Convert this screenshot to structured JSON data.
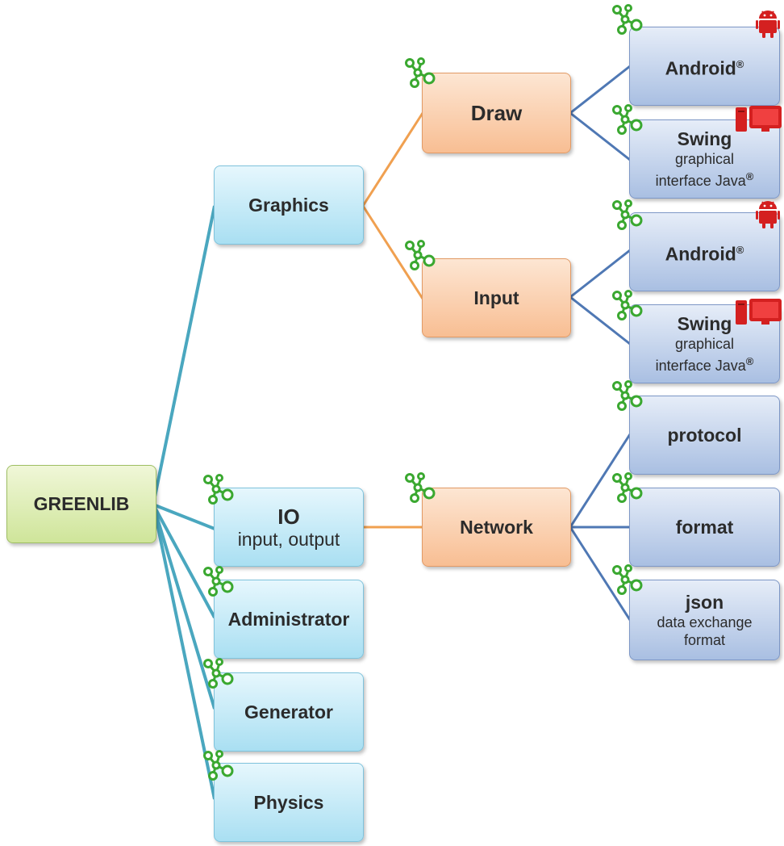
{
  "root": {
    "label": "GREENLIB"
  },
  "level1": {
    "graphics": {
      "label": "Graphics"
    },
    "io": {
      "label": "IO",
      "sublabel": "input, output"
    },
    "administrator": {
      "label": "Administrator"
    },
    "generator": {
      "label": "Generator"
    },
    "physics": {
      "label": "Physics"
    }
  },
  "level2": {
    "draw": {
      "label": "Draw"
    },
    "input": {
      "label": "Input"
    },
    "network": {
      "label": "Network"
    }
  },
  "level3": {
    "draw_android": {
      "label": "Android",
      "mark": "®"
    },
    "draw_swing": {
      "label": "Swing",
      "sub1": "graphical",
      "sub2": "interface Java",
      "mark": "®"
    },
    "input_android": {
      "label": "Android",
      "mark": "®"
    },
    "input_swing": {
      "label": "Swing",
      "sub1": "graphical",
      "sub2": "interface Java",
      "mark": "®"
    },
    "protocol": {
      "label": "protocol"
    },
    "format": {
      "label": "format"
    },
    "json": {
      "label": "json",
      "sub1": "data exchange",
      "sub2": "format"
    }
  },
  "icons": {
    "module": "molecule-icon",
    "android": "android-icon",
    "desktop": "desktop-computer-icon"
  },
  "colors": {
    "root_line": "#4aa7bf",
    "orange_line": "#f0a050",
    "blue_line": "#4f78b4",
    "molecule_green": "#3aa830",
    "device_red": "#d42020"
  }
}
